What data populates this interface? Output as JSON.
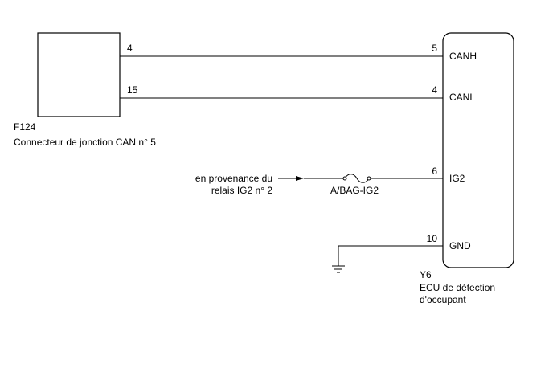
{
  "junction": {
    "code": "F124",
    "name": "Connecteur de jonction CAN n° 5",
    "pin_canh": "4",
    "pin_canl": "15"
  },
  "ecu": {
    "code": "Y6",
    "name_line1": "ECU de détection",
    "name_line2": "d'occupant",
    "pins": [
      {
        "number": "5",
        "signal": "CANH"
      },
      {
        "number": "4",
        "signal": "CANL"
      },
      {
        "number": "6",
        "signal": "IG2"
      },
      {
        "number": "10",
        "signal": "GND"
      }
    ]
  },
  "source": {
    "line1": "en provenance du",
    "line2": "relais IG2 n° 2"
  },
  "fuse": {
    "name": "A/BAG-IG2"
  },
  "colors": {
    "wire": "#000000",
    "background": "#ffffff"
  }
}
